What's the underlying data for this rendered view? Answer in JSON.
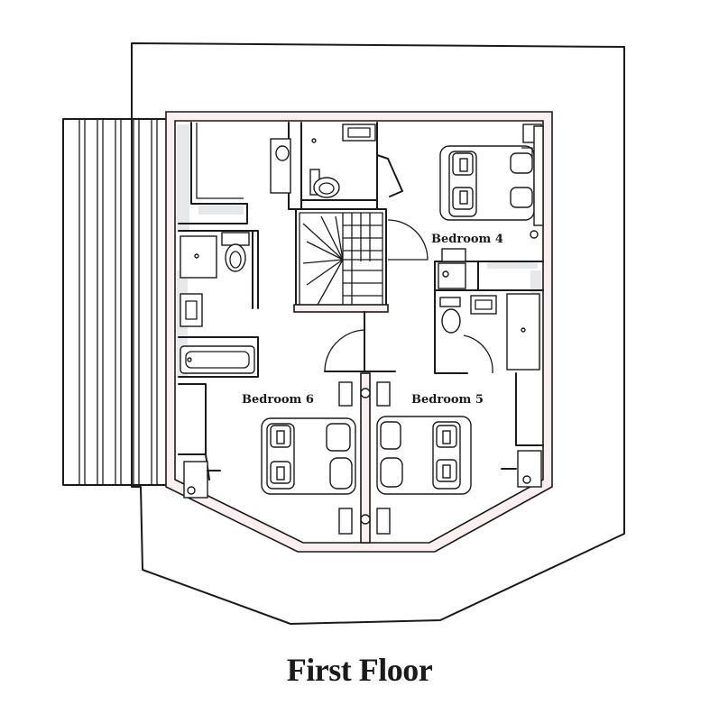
{
  "title": "First Floor",
  "rooms": {
    "bedroom_4": "Bedroom 4",
    "bedroom_5": "Bedroom 5",
    "bedroom_6": "Bedroom 6"
  },
  "colors": {
    "ink": "#1a1a1a",
    "wall_fill": "#fbeff0",
    "floor_shade": "#e6e8ea"
  }
}
